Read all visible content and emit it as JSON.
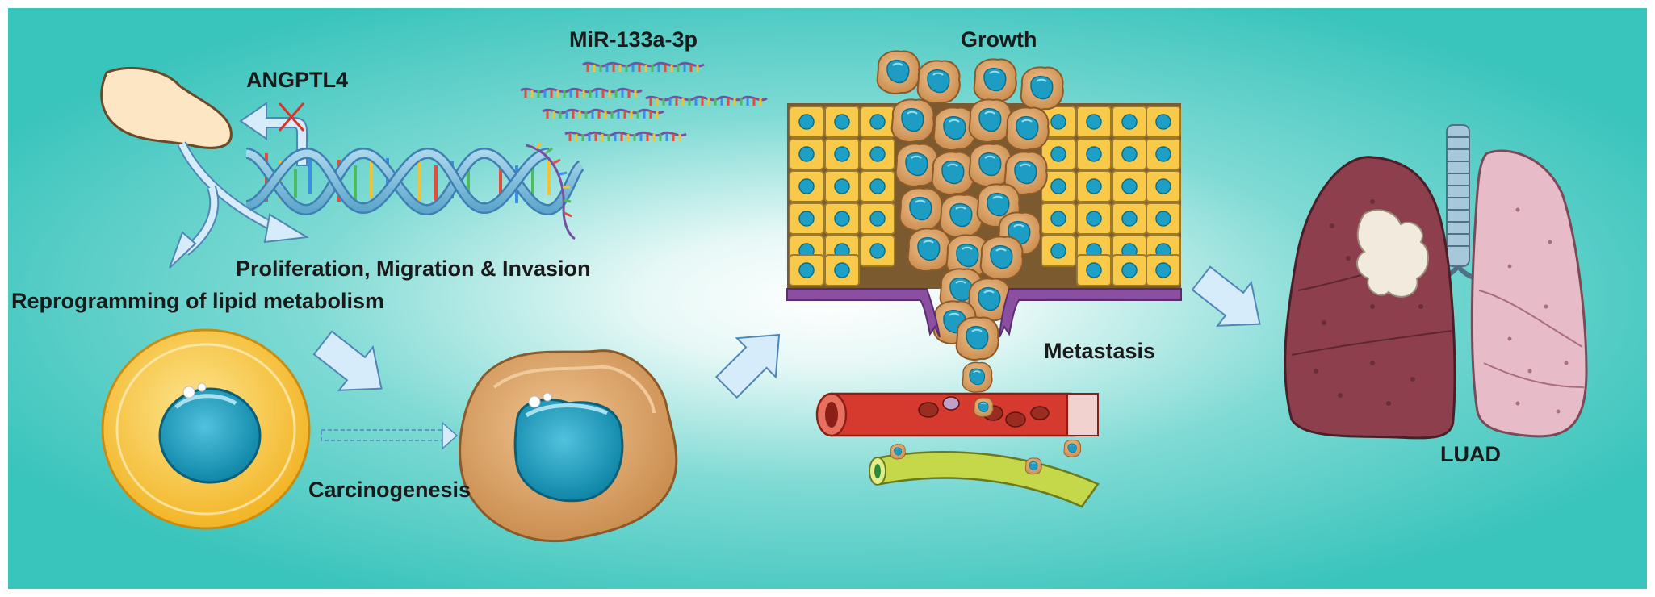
{
  "labels": {
    "mirna": "MiR-133a-3p",
    "gene": "ANGPTL4",
    "growth": "Growth",
    "proliferation": "Proliferation, Migration & Invasion",
    "lipid": "Reprogramming of lipid metabolism",
    "metastasis": "Metastasis",
    "carcinogenesis": "Carcinogenesis",
    "luad": "LUAD"
  },
  "colors": {
    "background": "#3ec9c1",
    "arrow": "#d6ecfa",
    "normal_cell": "#f7c63e",
    "tumor_cell": "#e0a96a",
    "nucleus": "#1e9fc4",
    "vessel": "#d63a2e",
    "lymph_vessel": "#c4d84a",
    "lung_diseased": "#8e3f4e",
    "lung_healthy": "#e7bcc8"
  },
  "icons": [
    "protein-blob-icon",
    "dna-helix-icon",
    "mirna-strand-icon",
    "blocked-arrow-icon",
    "normal-cell-icon",
    "cancer-cell-icon",
    "tumor-tissue-icon",
    "blood-vessel-icon",
    "lymph-vessel-icon",
    "lungs-icon"
  ]
}
